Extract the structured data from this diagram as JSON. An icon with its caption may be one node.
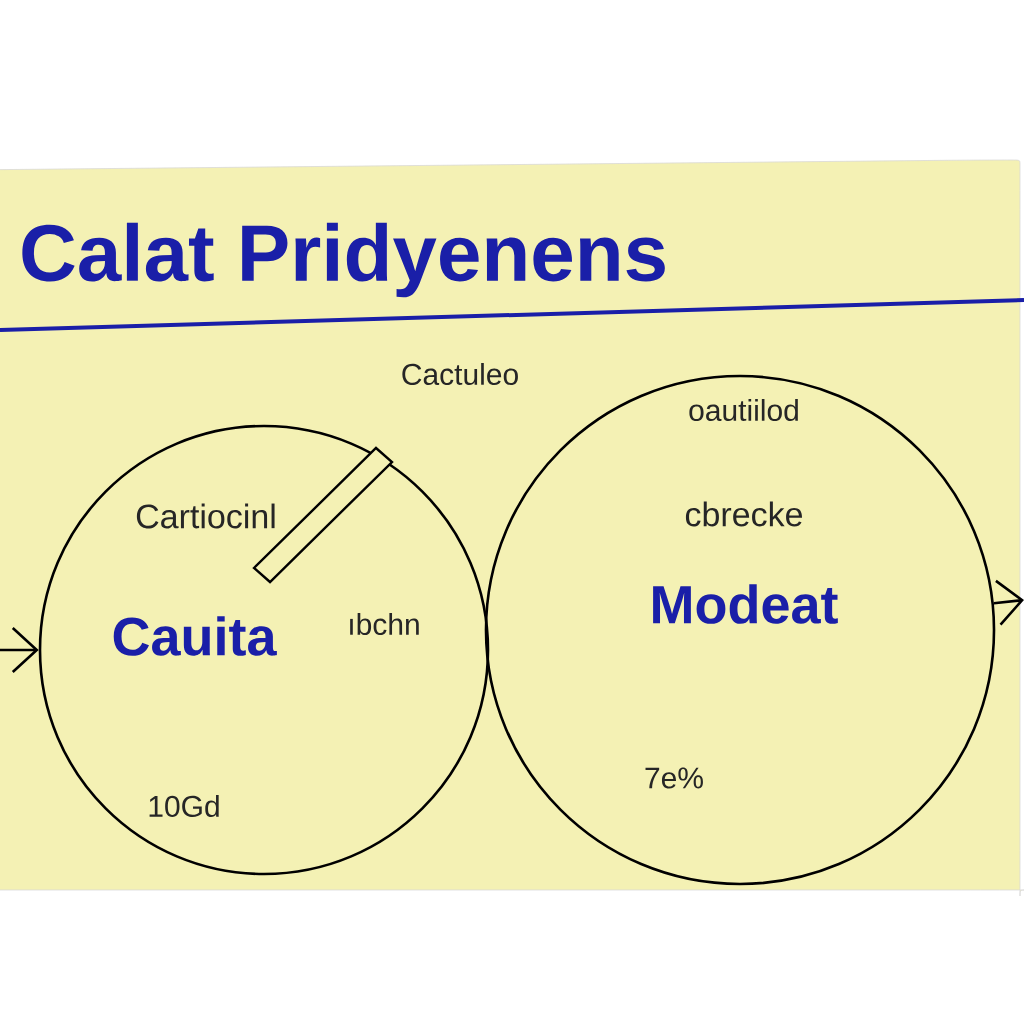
{
  "diagram": {
    "title": "Calat Pridyenens",
    "nodes": [
      {
        "text": [
          "Cartiocinl",
          "Cauita",
          "ıbchn",
          "10Gd"
        ]
      },
      {
        "text": [
          "oautiilod",
          "cbrecke",
          "Modeat",
          "7e%"
        ]
      }
    ],
    "edges": [
      {
        "from": null,
        "to": 0,
        "arrow": "to"
      },
      {
        "from": 1,
        "to": null,
        "arrow": "to"
      }
    ],
    "labels": [
      "Cactuleo"
    ]
  }
}
